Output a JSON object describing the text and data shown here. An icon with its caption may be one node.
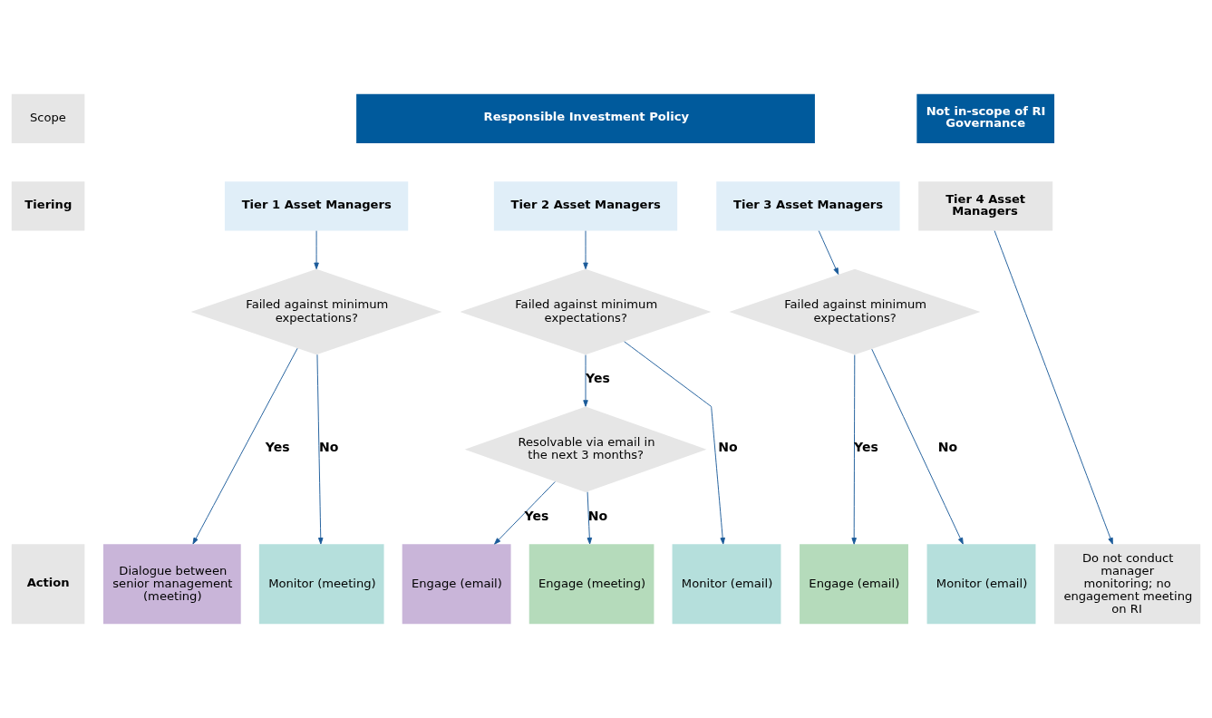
{
  "diagram": {
    "nodes": [
      {
        "text": [
          "Scope"
        ]
      },
      {
        "text": [
          "Responsible Investment Policy"
        ]
      },
      {
        "text": [
          "Not in-scope of RI Governance"
        ]
      },
      {
        "text": [
          "Tiering"
        ]
      },
      {
        "text": [
          "Tier 1 Asset Managers"
        ]
      },
      {
        "text": [
          "Tier 2 Asset Managers"
        ]
      },
      {
        "text": [
          "Tier 3 Asset Managers"
        ]
      },
      {
        "text": [
          "Tier 4 Asset Managers"
        ]
      },
      {
        "text": [
          "Failed against minimum expectations?"
        ]
      },
      {
        "text": [
          "Failed against minimum expectations?"
        ]
      },
      {
        "text": [
          "Failed against minimum expectations?"
        ]
      },
      {
        "text": [
          "Resolvable via email in the next 3 months?"
        ]
      },
      {
        "text": [
          "Action"
        ]
      },
      {
        "text": [
          "Dialogue between senior management (meeting)"
        ]
      },
      {
        "text": [
          "Monitor (meeting)"
        ]
      },
      {
        "text": [
          "Engage (email)"
        ]
      },
      {
        "text": [
          "Engage (meeting)"
        ]
      },
      {
        "text": [
          "Monitor (email)"
        ]
      },
      {
        "text": [
          "Engage (email)"
        ]
      },
      {
        "text": [
          "Monitor (email)"
        ]
      },
      {
        "text": [
          "Do not conduct manager monitoring; no engagement meeting on RI"
        ]
      }
    ],
    "edges": [
      {
        "from": 4,
        "to": 8,
        "arrow": "to"
      },
      {
        "from": 8,
        "to": 13,
        "arrow": "to",
        "label": "Yes"
      },
      {
        "from": 8,
        "to": 14,
        "arrow": "to",
        "label": "No"
      },
      {
        "from": 5,
        "to": 9,
        "arrow": "to"
      },
      {
        "from": 9,
        "to": 11,
        "arrow": "to",
        "label": "Yes"
      },
      {
        "from": 9,
        "to": 17,
        "arrow": "to",
        "label": "No"
      },
      {
        "from": 11,
        "to": 15,
        "arrow": "to",
        "label": "Yes"
      },
      {
        "from": 11,
        "to": 16,
        "arrow": "to",
        "label": "No"
      },
      {
        "from": 6,
        "to": 10,
        "arrow": "to"
      },
      {
        "from": 10,
        "to": 18,
        "arrow": "to",
        "label": "Yes"
      },
      {
        "from": 10,
        "to": 19,
        "arrow": "to",
        "label": "No"
      },
      {
        "from": 7,
        "to": 20,
        "arrow": "to"
      }
    ]
  }
}
